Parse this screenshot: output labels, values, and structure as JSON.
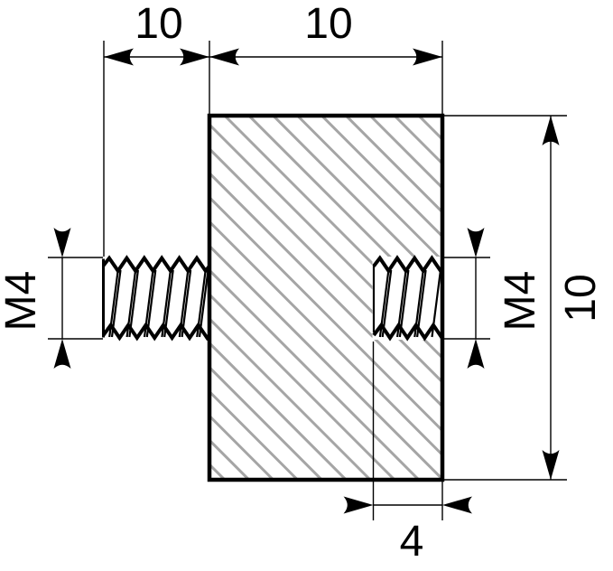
{
  "drawing": {
    "type": "threaded-standoff-section-view",
    "dimensions": {
      "stud_length": "10",
      "body_width": "10",
      "body_height": "10",
      "hole_depth": "4",
      "thread_stud": "M4",
      "thread_hole": "M4"
    },
    "colors": {
      "line": "#000000",
      "hatch": "#a5a5a5",
      "background": "#ffffff"
    }
  }
}
